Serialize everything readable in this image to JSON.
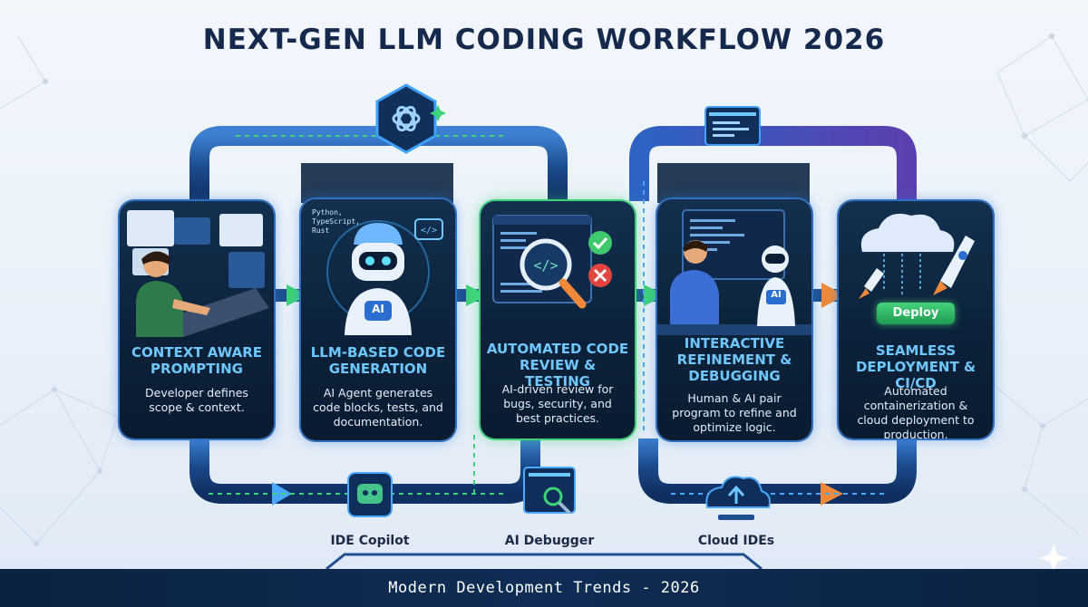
{
  "title": "NEXT-GEN LLM CODING WORKFLOW 2026",
  "steps": [
    {
      "title": "CONTEXT AWARE PROMPTING",
      "description": "Developer defines scope & context."
    },
    {
      "title": "LLM-BASED CODE GENERATION",
      "description": "AI Agent generates code blocks, tests, and documentation.",
      "languages": "Python, TypeScript, Rust",
      "badge": "AI"
    },
    {
      "title": "AUTOMATED CODE REVIEW & TESTING",
      "description": "AI-driven review for bugs, security, and best practices."
    },
    {
      "title": "INTERACTIVE REFINEMENT & DEBUGGING",
      "description": "Human & AI pair program to refine and optimize logic.",
      "badge": "AI"
    },
    {
      "title": "SEAMLESS DEPLOYMENT & CI/CD",
      "description": "Automated containerization & cloud deployment to production.",
      "button": "Deploy"
    }
  ],
  "tools": [
    {
      "label": "IDE Copilot",
      "icon": "robot-chip-icon"
    },
    {
      "label": "AI Debugger",
      "icon": "gear-magnifier-icon"
    },
    {
      "label": "Cloud IDEs",
      "icon": "cloud-upload-icon"
    }
  ],
  "footer": "Modern Development Trends - 2026",
  "colors": {
    "pipe": "#1f4f8f",
    "flow_green": "#3fd37a",
    "flow_orange": "#f08a3a",
    "accent": "#6fc7ff"
  }
}
